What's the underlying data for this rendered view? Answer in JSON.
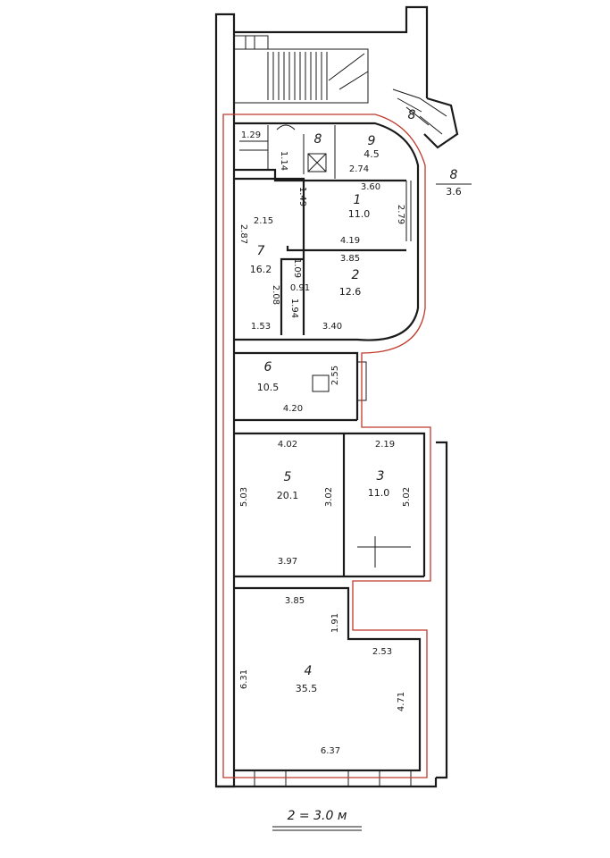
{
  "rooms": [
    {
      "id": "1",
      "area": "11.0"
    },
    {
      "id": "2",
      "area": "12.6"
    },
    {
      "id": "3",
      "area": "11.0"
    },
    {
      "id": "4",
      "area": "35.5"
    },
    {
      "id": "5",
      "area": "20.1"
    },
    {
      "id": "6",
      "area": "10.5"
    },
    {
      "id": "7",
      "area": "16.2"
    },
    {
      "id": "8",
      "area": ""
    },
    {
      "id": "9",
      "area": "4.5"
    },
    {
      "id": "8",
      "area": "3.6"
    },
    {
      "id": "8",
      "area": ""
    }
  ],
  "dims": {
    "d_129": "1.29",
    "d_274": "2.74",
    "d_360": "3.60",
    "d_215": "2.15",
    "d_287": "2.87",
    "d_419": "4.19",
    "d_279": "2.79",
    "d_385a": "3.85",
    "d_091": "0.91",
    "d_208": "2.08",
    "d_194": "1.94",
    "d_153": "1.53",
    "d_340": "3.40",
    "d_255": "2.55",
    "d_420": "4.20",
    "d_402": "4.02",
    "d_219": "2.19",
    "d_503": "5.03",
    "d_302": "3.02",
    "d_502": "5.02",
    "d_397": "3.97",
    "d_385b": "3.85",
    "d_191": "1.91",
    "d_253": "2.53",
    "d_631": "6.31",
    "d_471": "4.71",
    "d_637": "6.37",
    "d_114": "1.14",
    "d_149": "1.49",
    "d_109": "1.09"
  },
  "scale_note": "2 = 3.0 м"
}
